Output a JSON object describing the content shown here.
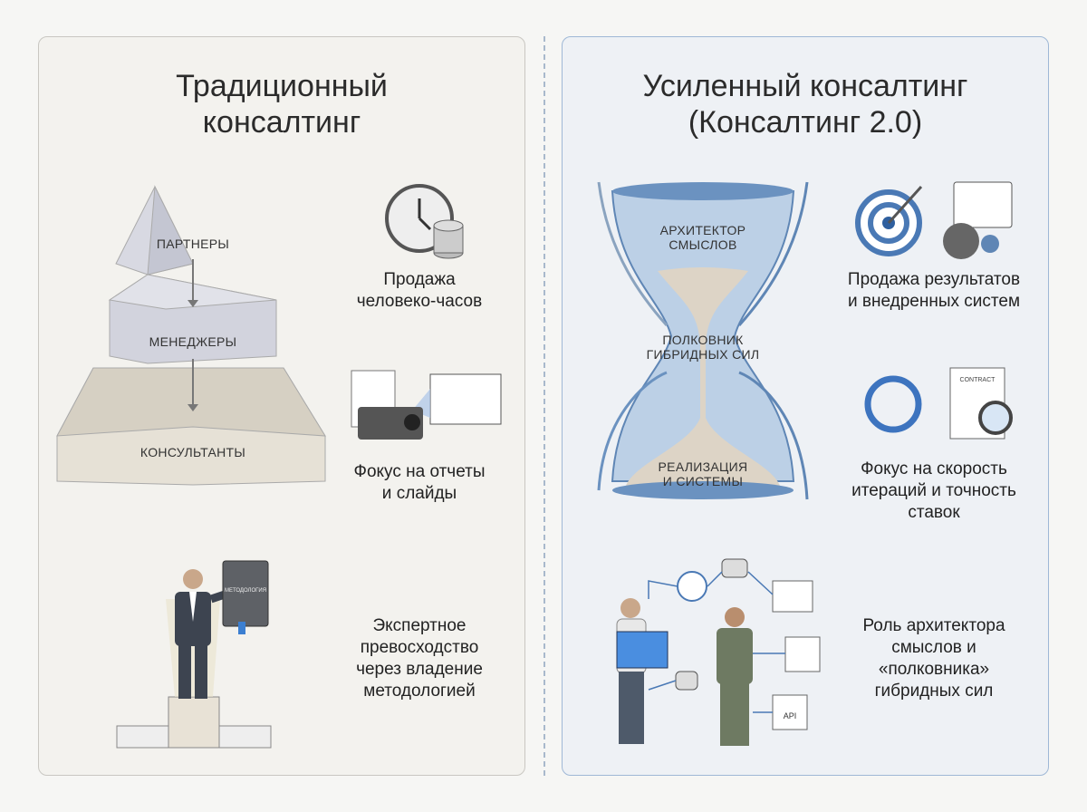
{
  "left": {
    "title_line1": "Традиционный",
    "title_line2": "консалтинг",
    "pyramid": [
      "ПАРТНЕРЫ",
      "МЕНЕДЖЕРЫ",
      "КОНСУЛЬТАНТЫ"
    ],
    "captions": [
      [
        "Продажа",
        "человеко-часов"
      ],
      [
        "Фокус на отчеты",
        "и слайды"
      ],
      [
        "Экспертное",
        "превосходство",
        "через владение",
        "методологией"
      ]
    ],
    "book_label": "МЕТОДОЛОГИЯ"
  },
  "right": {
    "title_line1": "Усиленный консалтинг",
    "title_line2": "(Консалтинг 2.0)",
    "hourglass": {
      "top": [
        "АРХИТЕКТОР",
        "СМЫСЛОВ"
      ],
      "middle": [
        "ПОЛКОВНИК",
        "ГИБРИДНЫХ СИЛ"
      ],
      "bottom": [
        "РЕАЛИЗАЦИЯ",
        "И СИСТЕМЫ"
      ]
    },
    "captions": [
      [
        "Продажа результатов",
        "и внедренных систем"
      ],
      [
        "Фокус на скорость",
        "итераций и точность",
        "ставок"
      ],
      [
        "Роль архитектора",
        "смыслов и",
        "«полковника»",
        "гибридных сил"
      ]
    ],
    "contract_label": "CONTRACT",
    "api_label": "API"
  }
}
